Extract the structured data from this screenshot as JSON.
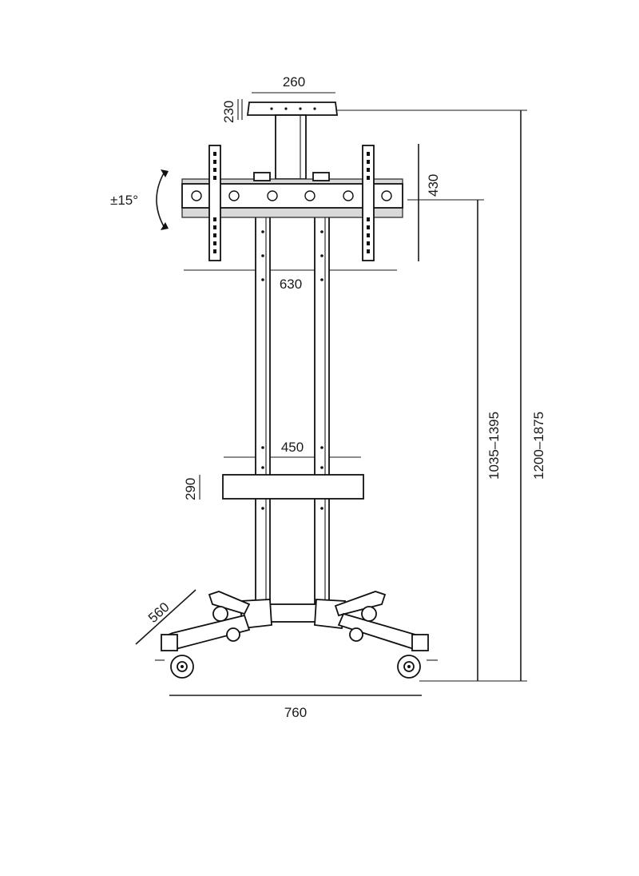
{
  "dimensions": {
    "top_shelf_width": "260",
    "top_shelf_height": "230",
    "tilt": "±15°",
    "bracket_height": "430",
    "bracket_width": "630",
    "middle_shelf_width": "450",
    "middle_shelf_height": "290",
    "base_depth": "560",
    "base_width": "760",
    "bracket_center_height": "1035–1395",
    "overall_height": "1200–1875"
  }
}
